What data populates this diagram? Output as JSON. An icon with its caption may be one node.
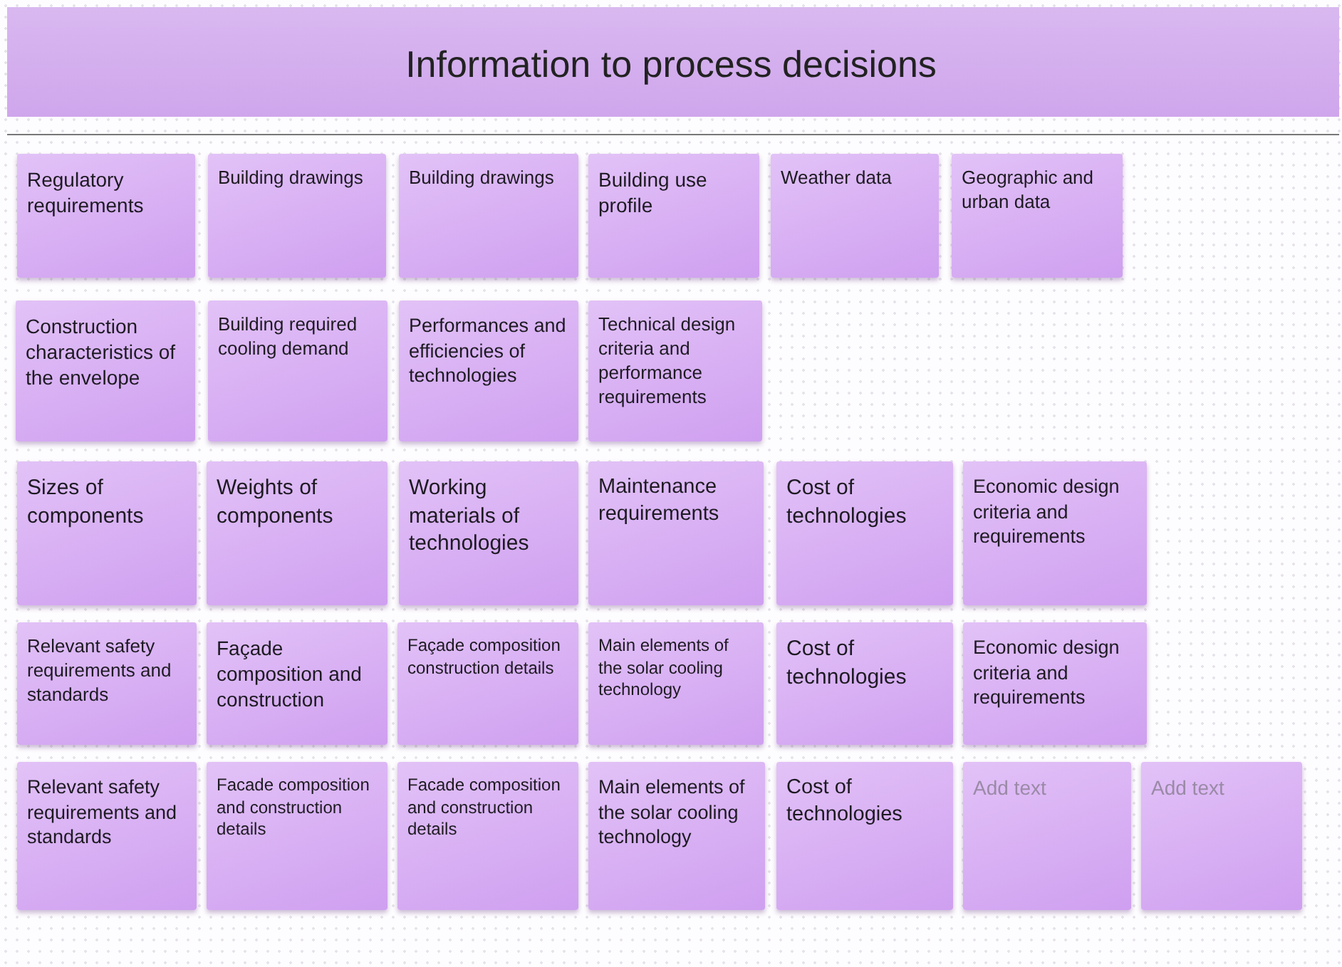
{
  "diagram": {
    "title": "Information to process decisions",
    "nodes": [
      {
        "text": [
          "Regulatory requirements"
        ]
      },
      {
        "text": [
          "Building drawings"
        ]
      },
      {
        "text": [
          "Building drawings"
        ]
      },
      {
        "text": [
          "Building use profile"
        ]
      },
      {
        "text": [
          "Weather data"
        ]
      },
      {
        "text": [
          "Geographic and urban data"
        ]
      },
      {
        "text": [
          "Construction characteristics of the envelope"
        ]
      },
      {
        "text": [
          "Building required cooling demand"
        ]
      },
      {
        "text": [
          "Performances and efficiencies of technologies"
        ]
      },
      {
        "text": [
          "Technical design criteria and performance requirements"
        ]
      },
      {
        "text": [
          "Sizes of components"
        ]
      },
      {
        "text": [
          "Weights of components"
        ]
      },
      {
        "text": [
          "Working materials of technologies"
        ]
      },
      {
        "text": [
          "Maintenance requirements"
        ]
      },
      {
        "text": [
          "Cost of technologies"
        ]
      },
      {
        "text": [
          "Economic design criteria and requirements"
        ]
      },
      {
        "text": [
          "Relevant safety requirements and standards"
        ]
      },
      {
        "text": [
          "Façade composition and construction"
        ]
      },
      {
        "text": [
          "Façade composition construction details"
        ]
      },
      {
        "text": [
          "Main elements of the solar cooling technology"
        ]
      },
      {
        "text": [
          "Cost of technologies"
        ]
      },
      {
        "text": [
          "Economic design criteria and requirements"
        ]
      },
      {
        "text": [
          "Relevant safety requirements and standards"
        ]
      },
      {
        "text": [
          "Facade composition and construction details"
        ]
      },
      {
        "text": [
          "Facade composition and construction details"
        ]
      },
      {
        "text": [
          "Main elements of the solar cooling technology"
        ]
      },
      {
        "text": [
          "Cost of technologies"
        ]
      },
      {
        "text": [
          "Add text"
        ]
      },
      {
        "text": [
          "Add text"
        ]
      }
    ]
  }
}
